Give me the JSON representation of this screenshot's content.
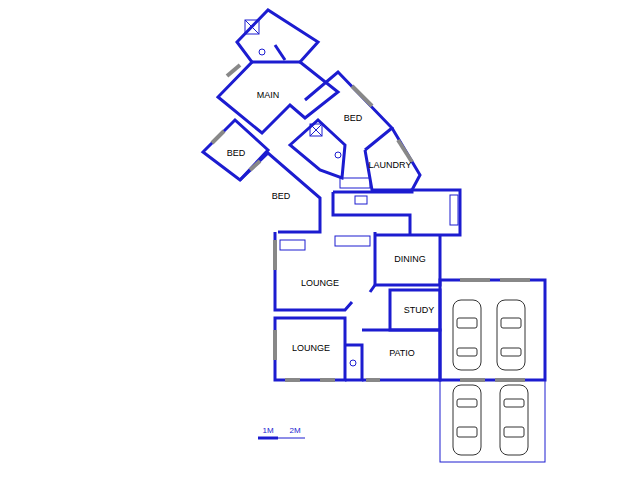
{
  "diagram": {
    "labels": [
      "MAIN",
      "BED",
      "BED",
      "LAUNDRY",
      "BED",
      "LOUNGE",
      "DINING",
      "STUDY",
      "LOUNGE",
      "PATIO",
      "1M",
      "2M"
    ]
  }
}
